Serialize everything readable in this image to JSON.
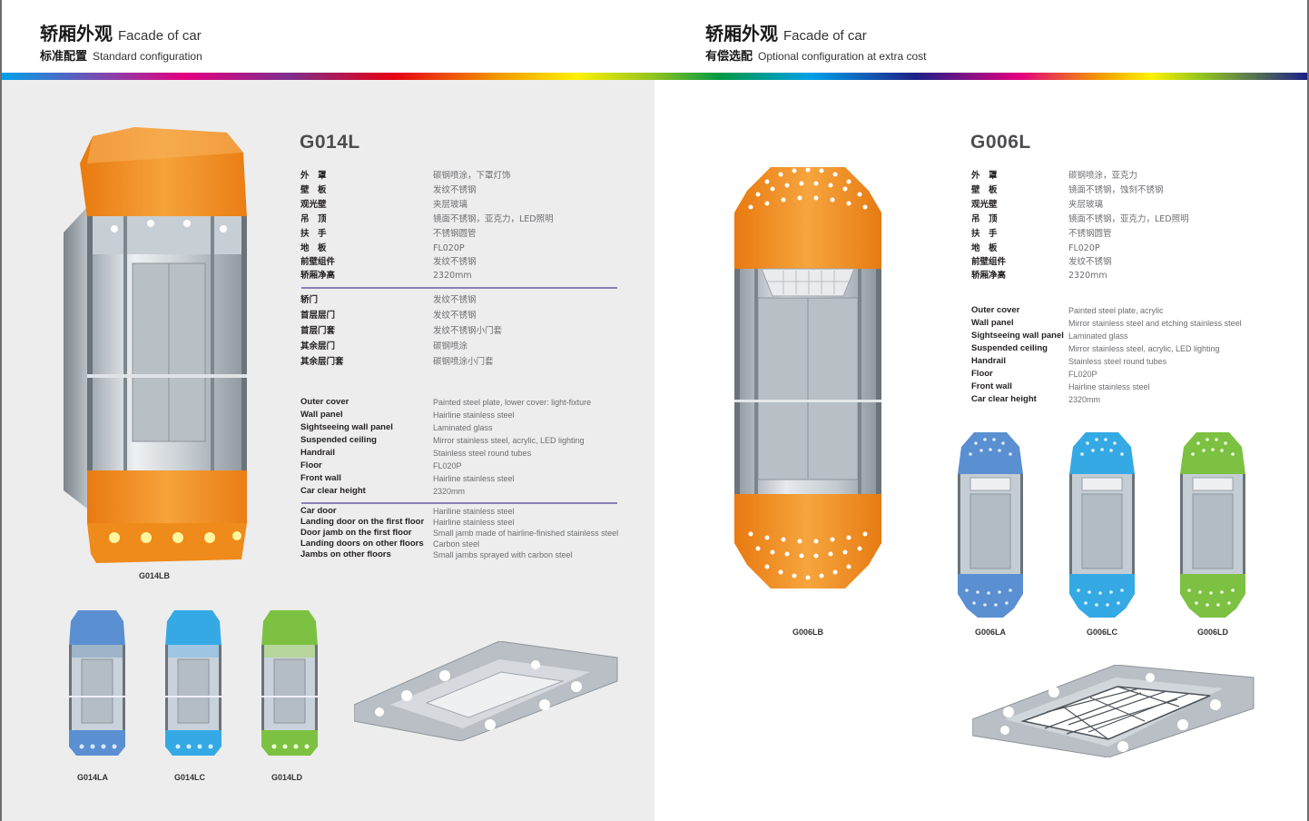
{
  "header_left": {
    "title_cn": "轿厢外观",
    "title_en": "Facade of car",
    "sub_cn": "标准配置",
    "sub_en": "Standard configuration"
  },
  "header_right": {
    "title_cn": "轿厢外观",
    "title_en": "Facade of car",
    "sub_cn": "有偿选配",
    "sub_en": "Optional configuration at extra cost"
  },
  "colors": {
    "orange": "#f08a1c",
    "blue": "#5a8fd1",
    "cyan": "#35a9e4",
    "green": "#7cc142",
    "divider": "#8b7fb3",
    "left_bg": "#ededed"
  },
  "left": {
    "model": "G014L",
    "specs_cn": [
      {
        "key": "外　罩",
        "val": "碳钢喷涂，下罩灯饰"
      },
      {
        "key": "壁　板",
        "val": "发纹不锈钢"
      },
      {
        "key": "观光壁",
        "val": "夹层玻璃"
      },
      {
        "key": "吊　顶",
        "val": "镜面不锈钢，亚克力，LED照明"
      },
      {
        "key": "扶　手",
        "val": "不锈钢圆管"
      },
      {
        "key": "地　板",
        "val": "FL020P"
      },
      {
        "key": "前壁组件",
        "val": "发纹不锈钢"
      },
      {
        "key": "轿厢净高",
        "val": "2320mm"
      }
    ],
    "doors_cn": [
      {
        "key": "轿门",
        "val": "发纹不锈钢"
      },
      {
        "key": "首层层门",
        "val": "发纹不锈钢"
      },
      {
        "key": "首层门套",
        "val": "发纹不锈钢小门套"
      },
      {
        "key": "其余层门",
        "val": "碳钢喷涂"
      },
      {
        "key": "其余层门套",
        "val": "碳钢喷涂小门套"
      }
    ],
    "specs_en": [
      {
        "key": "Outer cover",
        "val": "Painted steel plate, lower cover: light-fixture"
      },
      {
        "key": "Wall panel",
        "val": "Hairline stainless steel"
      },
      {
        "key": "Sightseeing wall panel",
        "val": "Laminated glass"
      },
      {
        "key": "Suspended ceiling",
        "val": "Mirror stainless steel, acrylic, LED lighting"
      },
      {
        "key": "Handrail",
        "val": "Stainless steel round tubes"
      },
      {
        "key": "Floor",
        "val": "FL020P"
      },
      {
        "key": "Front wall",
        "val": "Hairline stainless steel"
      },
      {
        "key": "Car clear height",
        "val": "2320mm"
      }
    ],
    "doors_en": [
      {
        "key": "Car door",
        "val": "Hariline stainless steel"
      },
      {
        "key": "Landing door on the first floor",
        "val": "Hairline stainless steel"
      },
      {
        "key": "Door jamb on the first floor",
        "val": "Small jamb made of hairline-finished stainless steel"
      },
      {
        "key": "Landing doors on other floors",
        "val": "Carbon steel"
      },
      {
        "key": "Jambs on other floors",
        "val": "Small jambs sprayed with carbon steel"
      }
    ],
    "labels": {
      "main": "G014LB",
      "a": "G014LA",
      "c": "G014LC",
      "d": "G014LD"
    }
  },
  "right": {
    "model": "G006L",
    "specs_cn": [
      {
        "key": "外　罩",
        "val": "碳钢喷涂，亚克力"
      },
      {
        "key": "壁　板",
        "val": "镜面不锈钢，蚀刻不锈钢"
      },
      {
        "key": "观光壁",
        "val": "夹层玻璃"
      },
      {
        "key": "吊　顶",
        "val": "镜面不锈钢，亚克力，LED照明"
      },
      {
        "key": "扶　手",
        "val": "不锈钢圆管"
      },
      {
        "key": "地　板",
        "val": "FL020P"
      },
      {
        "key": "前壁组件",
        "val": "发纹不锈钢"
      },
      {
        "key": "轿厢净高",
        "val": "2320mm"
      }
    ],
    "specs_en": [
      {
        "key": "Outer cover",
        "val": "Painted steel plate, acrylic"
      },
      {
        "key": "Wall panel",
        "val": "Mirror stainless steel and etching stainless steel"
      },
      {
        "key": "Sightseeing wall panel",
        "val": "Laminated glass"
      },
      {
        "key": "Suspended ceiling",
        "val": "Mirror stainless steel, acrylic, LED lighting"
      },
      {
        "key": "Handrail",
        "val": "Stainless steel round tubes"
      },
      {
        "key": "Floor",
        "val": "FL020P"
      },
      {
        "key": "Front wall",
        "val": "Hairline stainless steel"
      },
      {
        "key": "Car clear height",
        "val": "2320mm"
      }
    ],
    "labels": {
      "main": "G006LB",
      "a": "G006LA",
      "c": "G006LC",
      "d": "G006LD"
    }
  }
}
